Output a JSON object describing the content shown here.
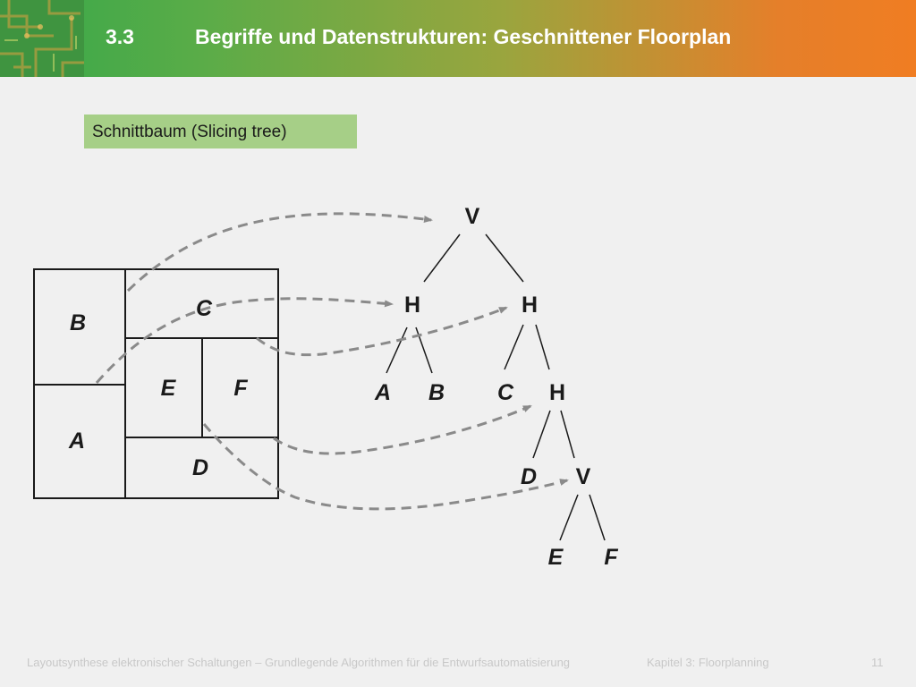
{
  "header": {
    "section_number": "3.3",
    "title": "Begriffe und Datenstrukturen: Geschnittener Floorplan"
  },
  "subtitle": "Schnittbaum (Slicing tree)",
  "floorplan": {
    "blocks": {
      "A": "A",
      "B": "B",
      "C": "C",
      "D": "D",
      "E": "E",
      "F": "F"
    }
  },
  "tree": {
    "root": "V",
    "h_left": "H",
    "h_right": "H",
    "leaf_a": "A",
    "leaf_b": "B",
    "leaf_c": "C",
    "h_inner": "H",
    "leaf_d": "D",
    "v_inner": "V",
    "leaf_e": "E",
    "leaf_f": "F"
  },
  "footer": {
    "course": "Layoutsynthese elektronischer Schaltungen – Grundlegende Algorithmen für die Entwurfsautomatisierung",
    "chapter": "Kapitel 3: Floorplanning",
    "page": "11"
  },
  "colors": {
    "header_green": "#36a84a",
    "header_orange": "#f07d22",
    "subtitle_bg": "#a6cf87",
    "arrow": "#8a8a8a"
  }
}
